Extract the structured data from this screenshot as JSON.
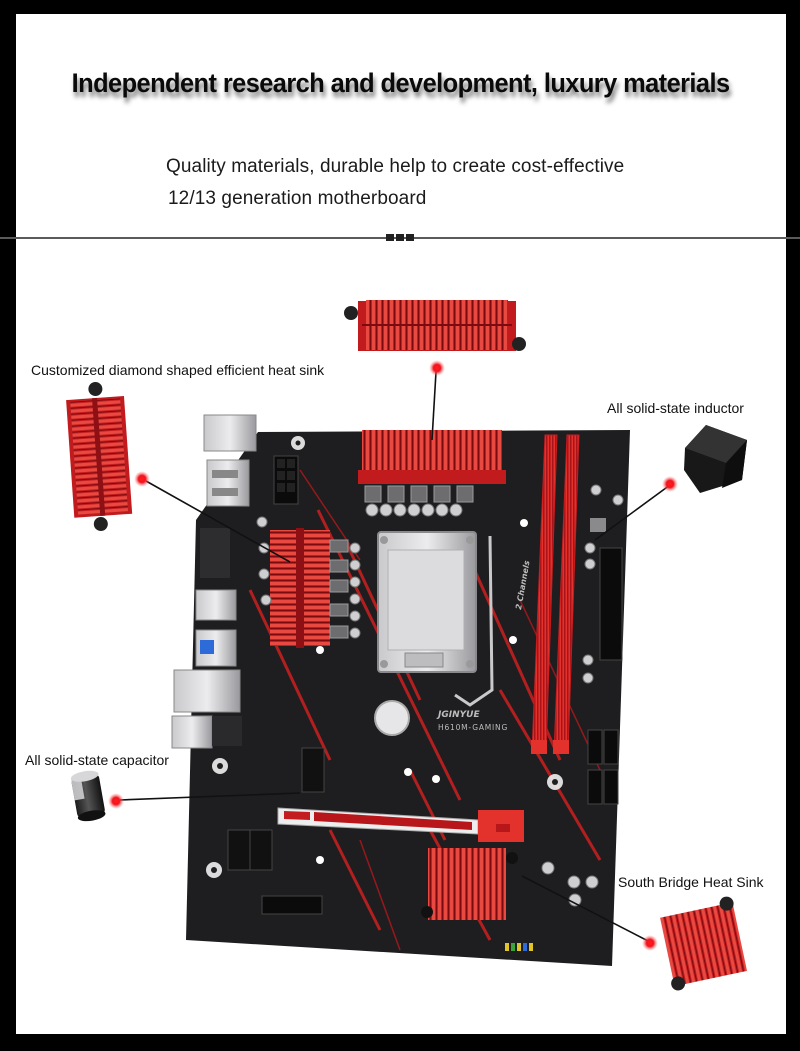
{
  "header": {
    "title": "Independent research and development, luxury materials",
    "subtitle_line1": "Quality materials, durable help to create cost-effective",
    "subtitle_line2": "12/13 generation motherboard"
  },
  "product": {
    "brand": "JGINYUE",
    "model": "H610M-GAMING",
    "memory_label": "2 Channels"
  },
  "callouts": [
    {
      "id": "vrm-heatsink",
      "label": "Customized diamond shaped efficient heat sink"
    },
    {
      "id": "inductor",
      "label": "All solid-state inductor"
    },
    {
      "id": "capacitor",
      "label": "All solid-state capacitor"
    },
    {
      "id": "south-bridge",
      "label": "South Bridge Heat Sink"
    }
  ],
  "colors": {
    "accent_red": "#d8221f",
    "board_black": "#1d1d1f",
    "callout_dot": "#e8141c",
    "frame": "#000000"
  }
}
